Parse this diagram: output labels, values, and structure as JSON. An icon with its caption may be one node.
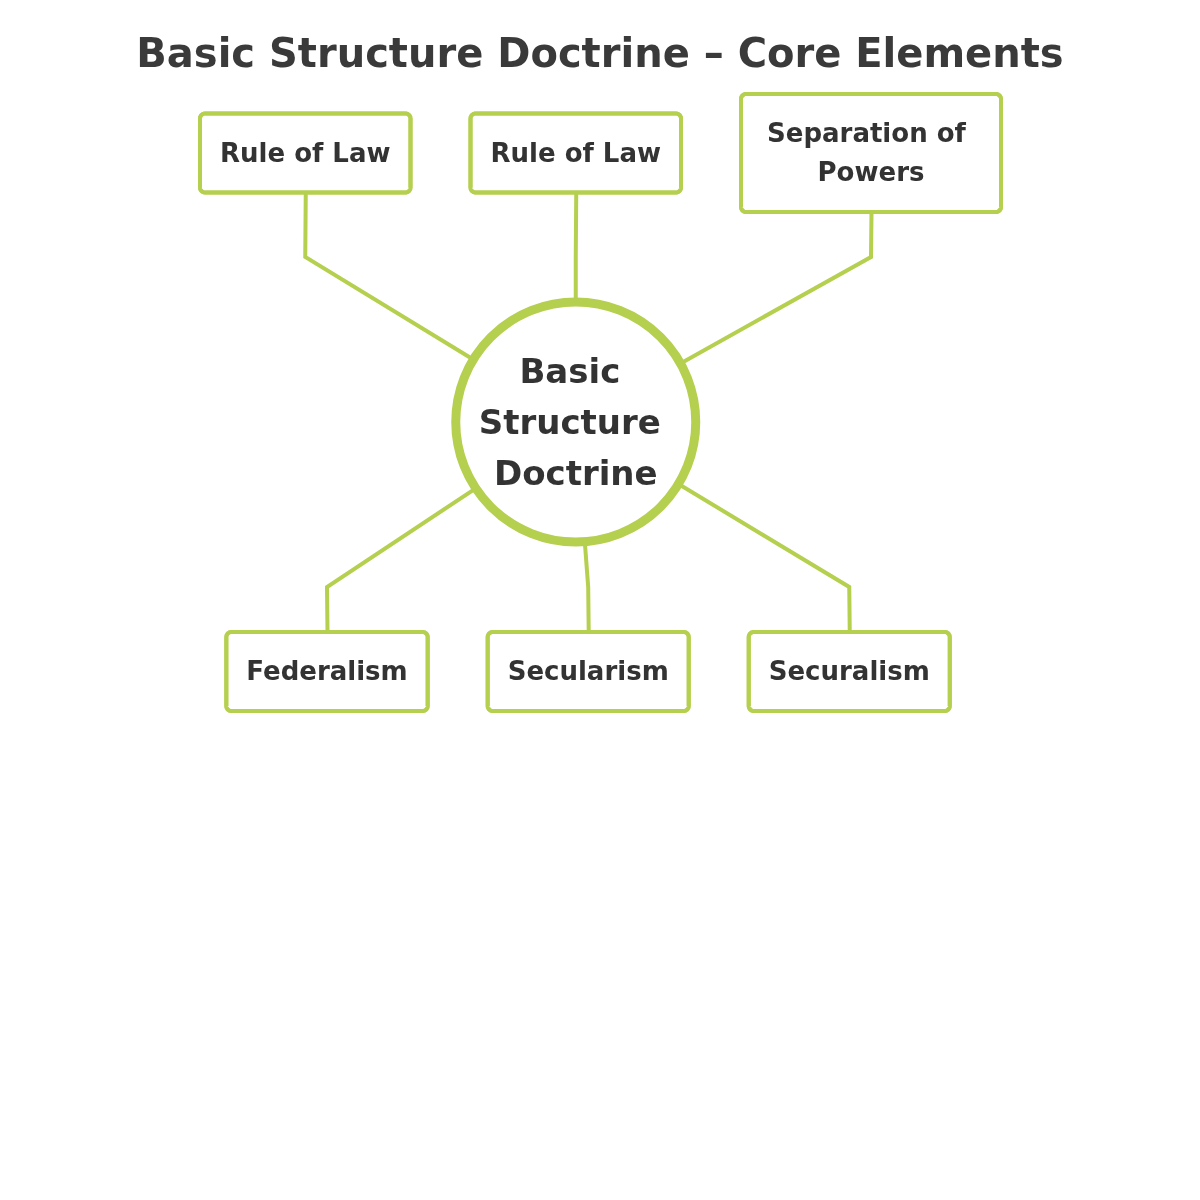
{
  "diagram": {
    "title": "Basic Structure Doctrine – Core Elements",
    "nodes": [
      {
        "text": [
          "Rule of Law"
        ]
      },
      {
        "text": [
          "Rule of Law"
        ]
      },
      {
        "text": [
          "Separation of Powers"
        ]
      },
      {
        "text": [
          "Basic Structure Doctrine"
        ]
      },
      {
        "text": [
          "Federalism"
        ]
      },
      {
        "text": [
          "Secularism"
        ]
      },
      {
        "text": [
          "Securalism"
        ]
      }
    ],
    "edges": [
      {
        "from": 0,
        "to": 3,
        "arrow": "none"
      },
      {
        "from": 1,
        "to": 3,
        "arrow": "none"
      },
      {
        "from": 2,
        "to": 3,
        "arrow": "none"
      },
      {
        "from": 3,
        "to": 4,
        "arrow": "none"
      },
      {
        "from": 3,
        "to": 5,
        "arrow": "none"
      },
      {
        "from": 3,
        "to": 6,
        "arrow": "none"
      }
    ]
  }
}
